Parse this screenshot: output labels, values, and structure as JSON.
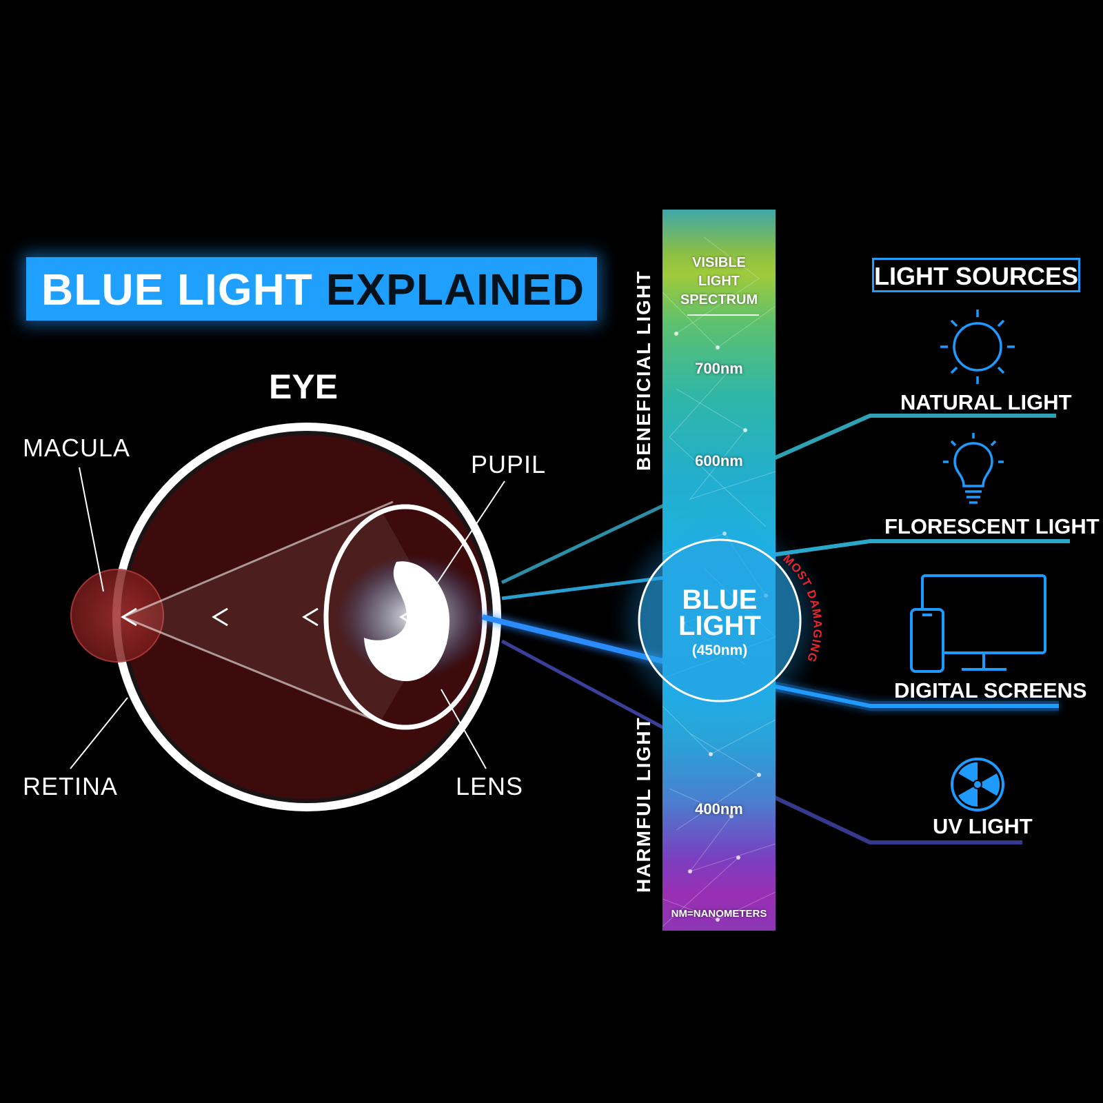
{
  "title": {
    "part1": "BLUE LIGHT",
    "part2": "EXPLAINED"
  },
  "eye": {
    "title": "EYE",
    "labels": {
      "macula": "MACULA",
      "pupil": "PUPIL",
      "retina": "RETINA",
      "lens": "LENS"
    }
  },
  "spectrum": {
    "heading": [
      "VISIBLE",
      "LIGHT",
      "SPECTRUM"
    ],
    "ticks": [
      "700nm",
      "600nm",
      "400nm"
    ],
    "beneficial_label": "BENEFICIAL LIGHT",
    "harmful_label": "HARMFUL LIGHT",
    "footnote": "NM=NANOMETERS",
    "blue_light": {
      "line1": "BLUE",
      "line2": "LIGHT",
      "wavelength": "(450nm)",
      "warning": "MOST DAMAGING"
    }
  },
  "sources": {
    "heading": "LIGHT SOURCES",
    "items": [
      {
        "label": "NATURAL LIGHT",
        "icon": "sun-icon"
      },
      {
        "label": "FLORESCENT LIGHT",
        "icon": "lightbulb-icon"
      },
      {
        "label": "DIGITAL SCREENS",
        "icon": "devices-icon"
      },
      {
        "label": "UV LIGHT",
        "icon": "radiation-icon"
      }
    ]
  },
  "colors": {
    "background": "#000000",
    "accent_blue": "#1fa0ff",
    "eyeball": "#3d0b0b",
    "macula": "#8c2121",
    "warning_red": "#e8262b",
    "uv_line": "#353a8c"
  }
}
